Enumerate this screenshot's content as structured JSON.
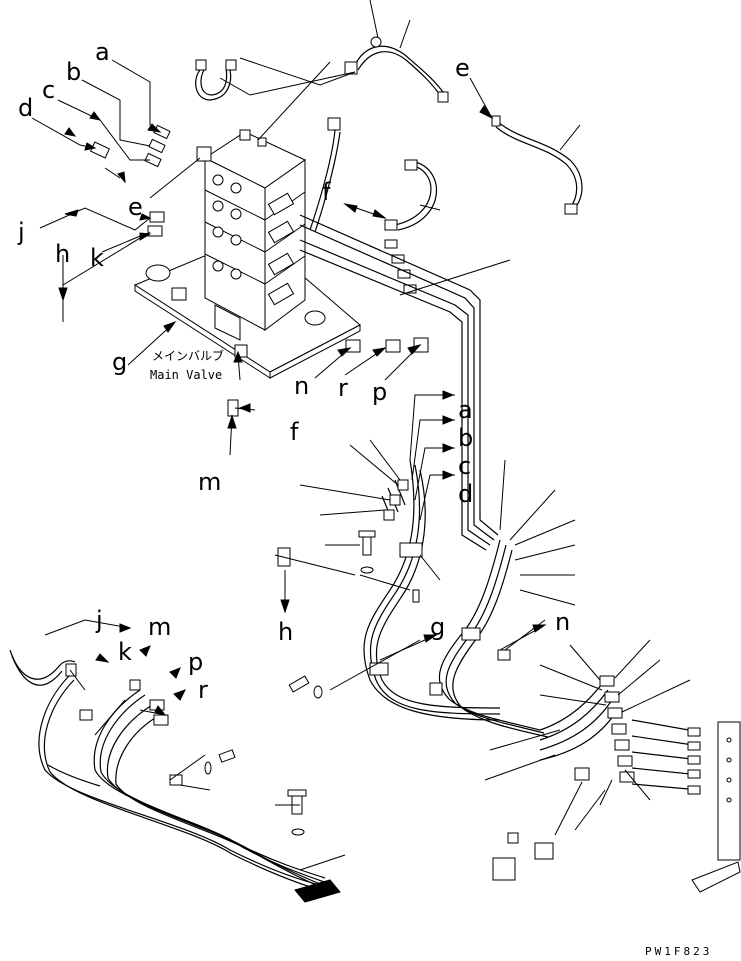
{
  "labels": {
    "a": "a",
    "b": "b",
    "c": "c",
    "d": "d",
    "e": "e",
    "f": "f",
    "g": "g",
    "h": "h",
    "j": "j",
    "k": "k",
    "m": "m",
    "n": "n",
    "p": "p",
    "r": "r"
  },
  "main_valve": {
    "label_jp": "メインバルブ",
    "label_en": "Main Valve"
  },
  "drawing_code": "PW1F823"
}
